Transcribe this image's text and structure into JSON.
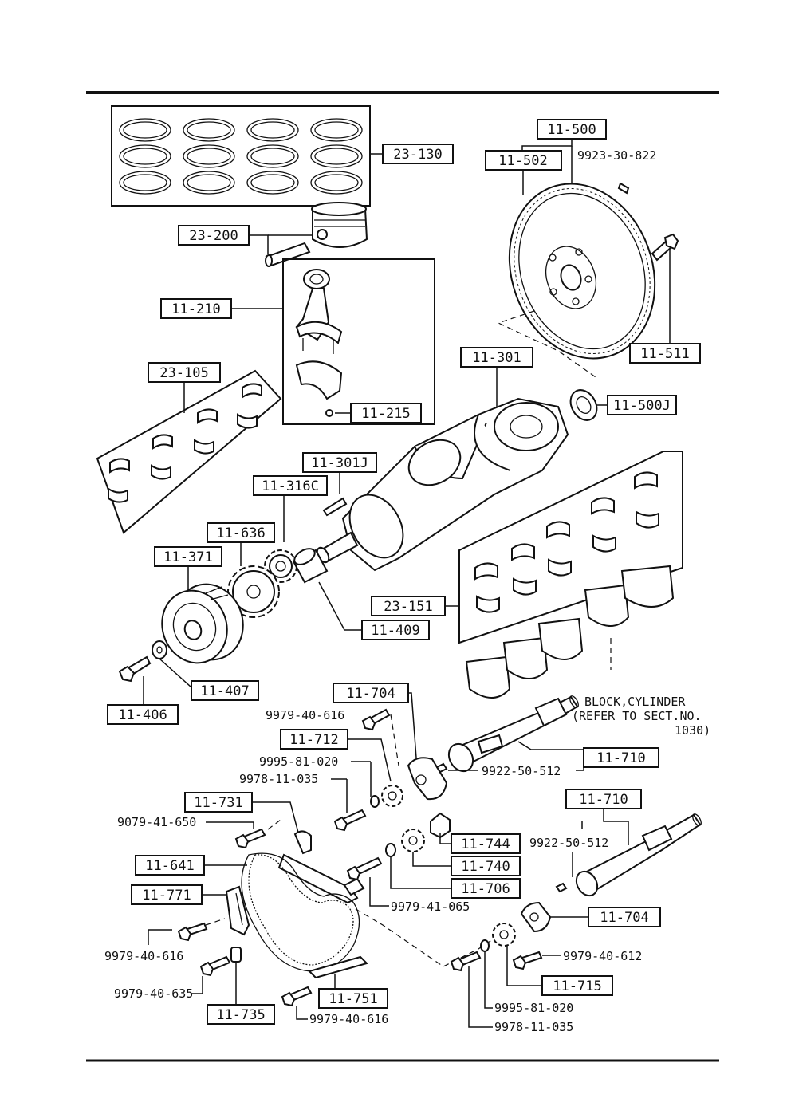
{
  "callouts": {
    "c23_130": "23-130",
    "c23_200": "23-200",
    "c11_210": "11-210",
    "c23_105": "23-105",
    "c11_215": "11-215",
    "c11_500": "11-500",
    "c11_502": "11-502",
    "c11_511": "11-511",
    "c11_301": "11-301",
    "c11_500J": "11-500J",
    "c11_301J": "11-301J",
    "c11_316C": "11-316C",
    "c11_636": "11-636",
    "c11_371": "11-371",
    "c23_151": "23-151",
    "c11_409": "11-409",
    "c11_407": "11-407",
    "c11_406": "11-406",
    "c11_704a": "11-704",
    "c11_712": "11-712",
    "c11_710a": "11-710",
    "c11_731": "11-731",
    "c11_641": "11-641",
    "c11_771": "11-771",
    "c11_744": "11-744",
    "c11_740": "11-740",
    "c11_706": "11-706",
    "c11_710b": "11-710",
    "c11_704b": "11-704",
    "c11_715": "11-715",
    "c11_751": "11-751",
    "c11_735": "11-735"
  },
  "part_numbers": {
    "p9923_30_822": "9923-30-822",
    "p9979_40_616a": "9979-40-616",
    "p9995_81_020a": "9995-81-020",
    "p9978_11_035a": "9978-11-035",
    "p9922_50_512a": "9922-50-512",
    "p9079_41_650": "9079-41-650",
    "p9922_50_512b": "9922-50-512",
    "p9979_41_065": "9979-41-065",
    "p9979_40_616b": "9979-40-616",
    "p9979_40_612": "9979-40-612",
    "p9979_40_635": "9979-40-635",
    "p9995_81_020b": "9995-81-020",
    "p9979_40_616c": "9979-40-616",
    "p9978_11_035b": "9978-11-035"
  },
  "notes": {
    "block_line1": "BLOCK,CYLINDER",
    "block_line2": "(REFER TO SECT.NO.",
    "block_line3": "1030)"
  },
  "icons": [
    "piston-ring-set",
    "piston",
    "connecting-rod",
    "bearing-shells",
    "flywheel",
    "crankshaft",
    "crankshaft-pulley",
    "timing-sprocket",
    "balance-shaft",
    "timing-chain",
    "chain-tensioner",
    "chain-guide"
  ]
}
